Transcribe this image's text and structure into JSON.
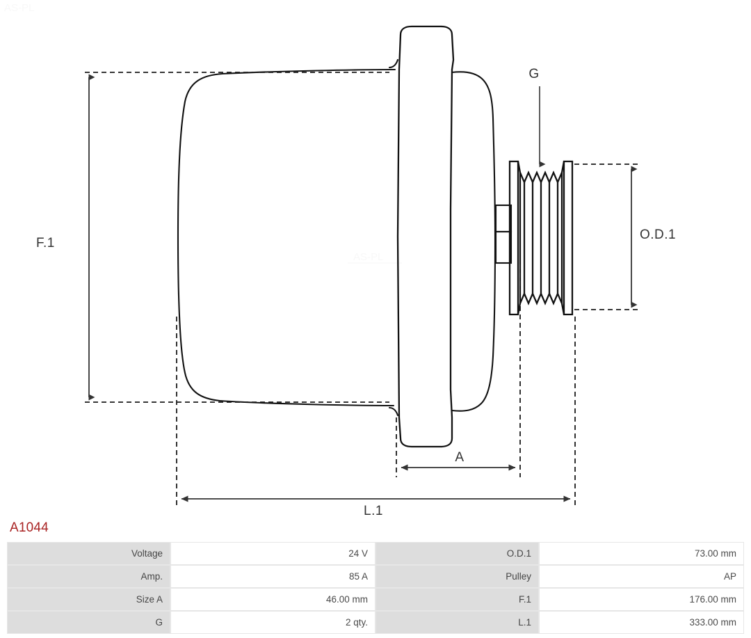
{
  "part_code": "A1044",
  "drawing": {
    "labels": {
      "f1": "F.1",
      "l1": "L.1",
      "a": "A",
      "g": "G",
      "od1": "O.D.1"
    },
    "watermark": "AS-PL",
    "line_color": "#111111",
    "dim_color": "#333333"
  },
  "spec_table": {
    "rows": [
      {
        "k1": "Voltage",
        "v1": "24 V",
        "k2": "O.D.1",
        "v2": "73.00 mm"
      },
      {
        "k1": "Amp.",
        "v1": "85 A",
        "k2": "Pulley",
        "v2": "AP"
      },
      {
        "k1": "Size A",
        "v1": "46.00 mm",
        "k2": "F.1",
        "v2": "176.00 mm"
      },
      {
        "k1": "G",
        "v1": "2 qty.",
        "k2": "L.1",
        "v2": "333.00 mm"
      }
    ]
  }
}
